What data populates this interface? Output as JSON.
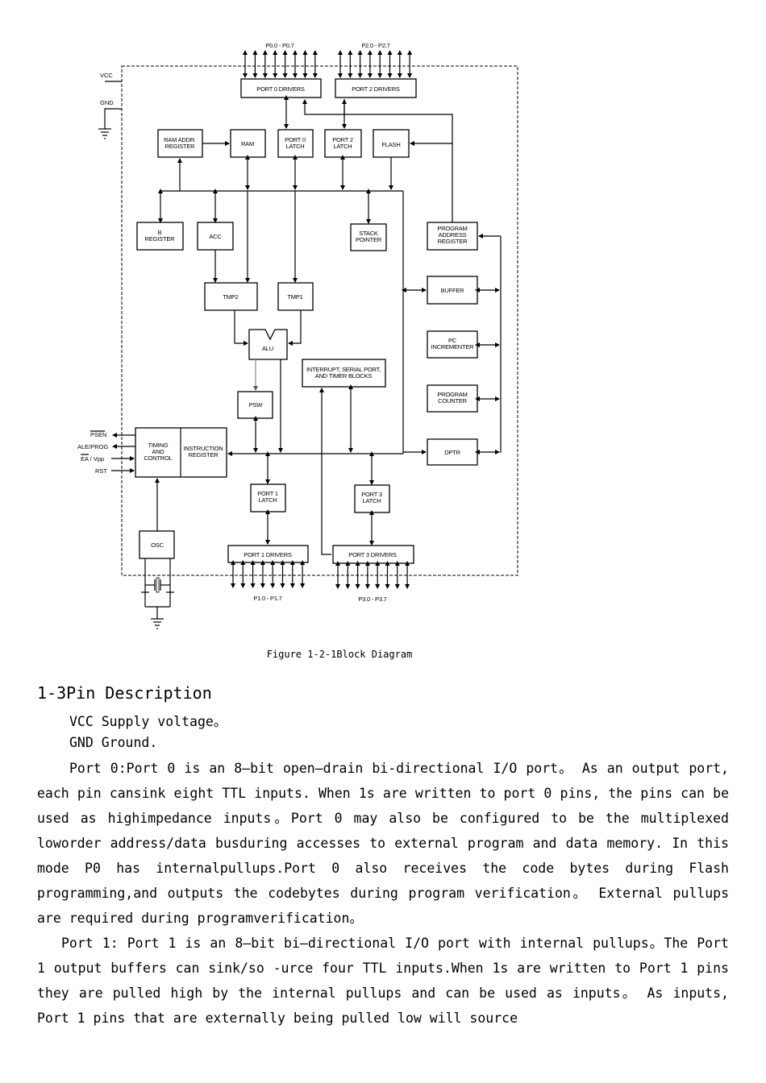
{
  "figure": {
    "caption": "Figure 1-2-1Block Diagram",
    "pin_groups": {
      "p0": "P0.0 - P0.7",
      "p2": "P2.0 - P2.7",
      "p1": "P1.0 - P1.7",
      "p3": "P3.0 - P3.7"
    },
    "power_labels": {
      "vcc": "VCC",
      "gnd": "GND"
    },
    "control_signals": [
      "PSEN",
      "ALE/PROG",
      "EA / Vpp",
      "RST"
    ],
    "blocks": {
      "port0_drivers": "PORT 0 DRIVERS",
      "port2_drivers": "PORT 2 DRIVERS",
      "ram_addr_1": "RAM ADDR.",
      "ram_addr_2": "REGISTER",
      "ram": "RAM",
      "port0_latch_1": "PORT 0",
      "port0_latch_2": "LATCH",
      "port2_latch_1": "PORT 2",
      "port2_latch_2": "LATCH",
      "flash": "FLASH",
      "b_reg_1": "B",
      "b_reg_2": "REGISTER",
      "acc": "ACC",
      "stack_1": "STACK",
      "stack_2": "POINTER",
      "par_1": "PROGRAM",
      "par_2": "ADDRESS",
      "par_3": "REGISTER",
      "buffer": "BUFFER",
      "tmp2": "TMP2",
      "tmp1": "TMP1",
      "pc_inc_1": "PC",
      "pc_inc_2": "INCREMENTER",
      "alu": "ALU",
      "isr_1": "INTERRUPT, SERIAL PORT,",
      "isr_2": "AND TIMER BLOCKS",
      "pc_1": "PROGRAM",
      "pc_2": "COUNTER",
      "psw": "PSW",
      "timing_1": "TIMING",
      "timing_2": "AND",
      "timing_3": "CONTROL",
      "ir_1": "INSTRUCTION",
      "ir_2": "REGISTER",
      "dptr": "DPTR",
      "port1_latch_1": "PORT 1",
      "port1_latch_2": "LATCH",
      "port3_latch_1": "PORT 3",
      "port3_latch_2": "LATCH",
      "osc": "OSC",
      "port1_drivers": "PORT 1 DRIVERS",
      "port3_drivers": "PORT 3 DRIVERS"
    }
  },
  "section": {
    "heading": "1-3Pin Description",
    "vcc": "VCC Supply voltage。",
    "gnd": "GND Ground.",
    "port0": "Port 0:Port 0 is an 8—bit open—drain bi-directional I/O port。 As an output port,  each pin cansink eight TTL inputs. When 1s are written to port 0 pins,  the pins can be used as highimpedance inputs。Port 0 may also be configured to be the multiplexed loworder address/data busduring accesses to external program and data memory. In this mode P0 has internalpullups.Port 0 also receives the code bytes during Flash programming,and outputs the codebytes during program verification。 External pullups are required during programverification。",
    "port1": "Port 1: Port 1 is an 8—bit bi—directional I/O port with internal pullups。The Port 1 output buffers can sink/so -urce four TTL inputs.When 1s are written to Port 1 pins they are pulled high by the internal pullups and can be used as inputs。 As inputs,  Port 1 pins that are externally being pulled low will source"
  }
}
